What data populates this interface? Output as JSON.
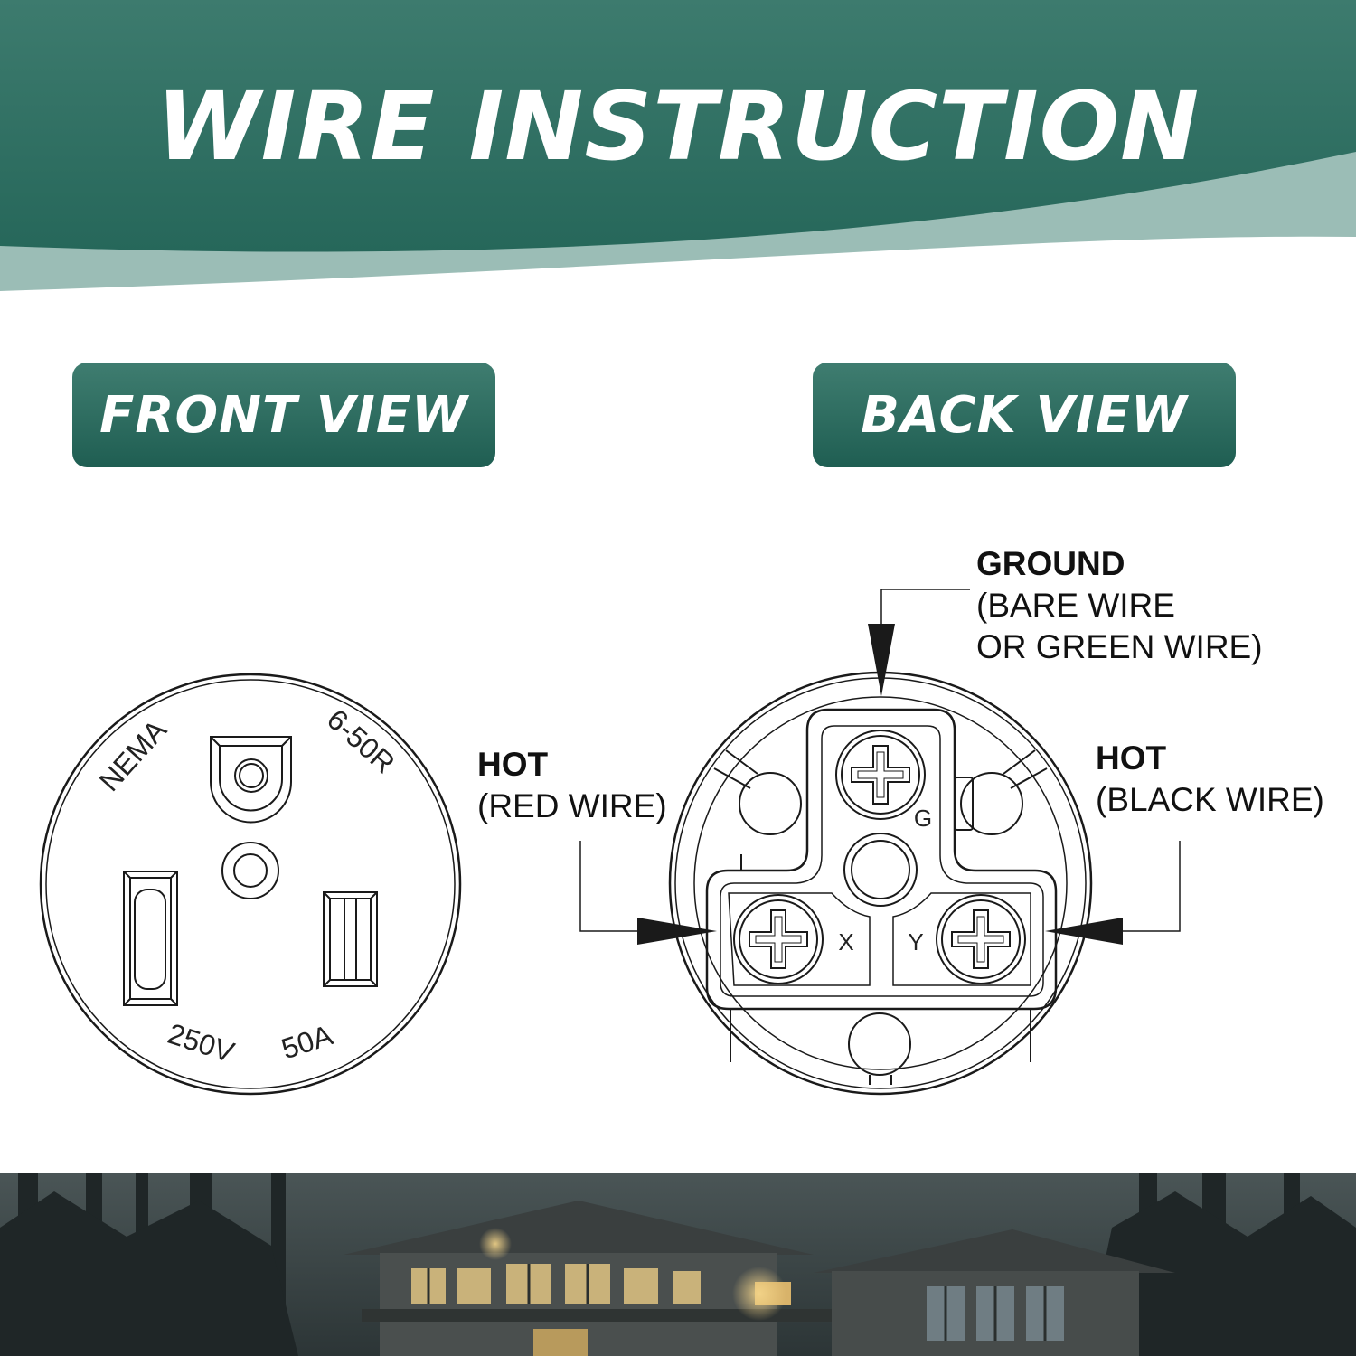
{
  "header": {
    "title": "WIRE INSTRUCTION",
    "colors": {
      "band": "#2e6e62",
      "light_wave": "#93b8b2"
    }
  },
  "views": {
    "front_label": "FRONT VIEW",
    "back_label": "BACK VIEW"
  },
  "front_receptacle": {
    "brand": "NEMA",
    "model": "6-50R",
    "voltage": "250V",
    "amperage": "50A"
  },
  "back_terminals": {
    "ground_letter": "G",
    "x_letter": "X",
    "y_letter": "Y"
  },
  "callouts": {
    "ground": {
      "title": "GROUND",
      "line1": "(BARE WIRE",
      "line2": "OR GREEN WIRE)"
    },
    "hot_left": {
      "title": "HOT",
      "line1": "(RED WIRE)"
    },
    "hot_right": {
      "title": "HOT",
      "line1": "(BLACK WIRE)"
    }
  }
}
